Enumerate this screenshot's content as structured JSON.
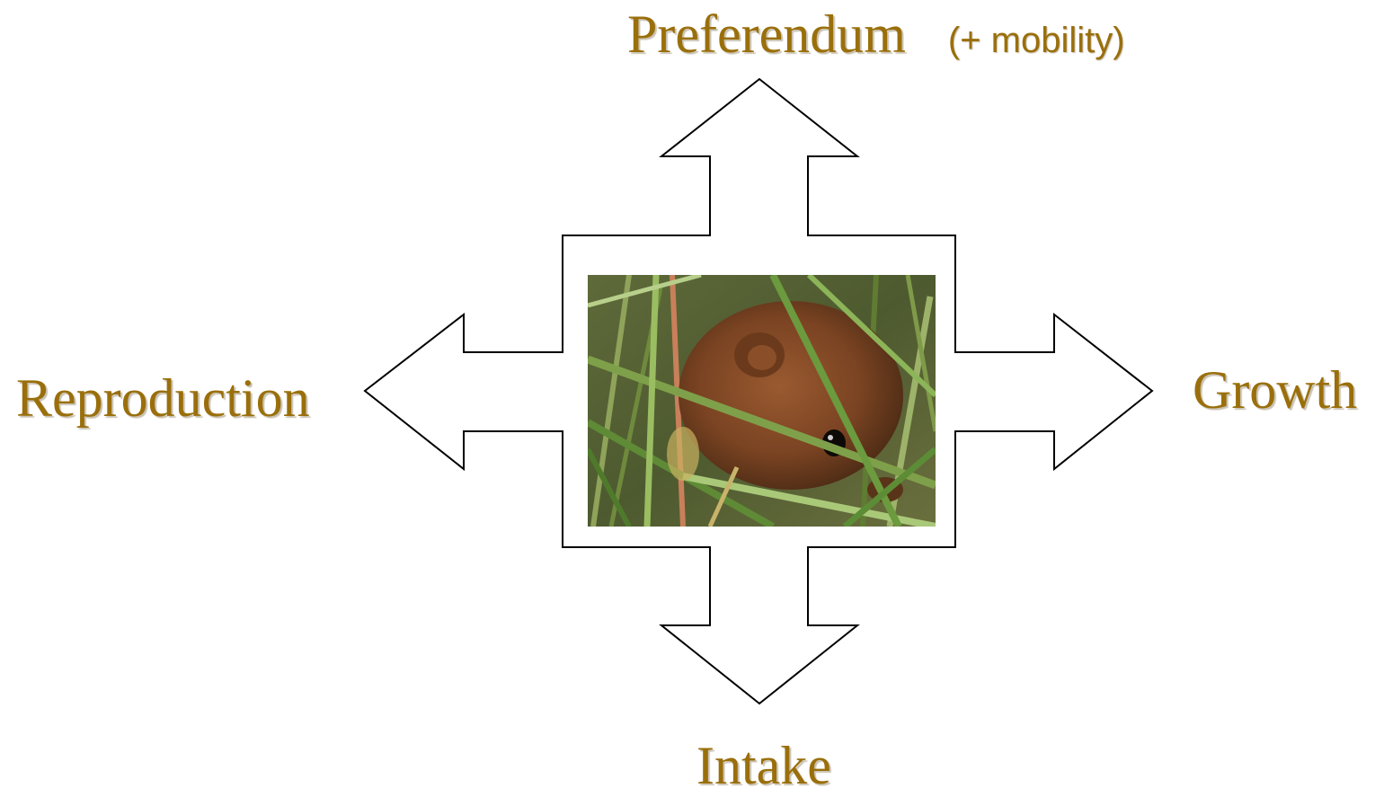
{
  "labels": {
    "top": "Preferendum",
    "top_sub": "(+ mobility)",
    "left": "Reproduction",
    "right": "Growth",
    "bottom": "Intake"
  },
  "colors": {
    "label_text": "#9a6f0b",
    "arrow_stroke": "#000000",
    "arrow_fill": "#ffffff"
  },
  "photo": {
    "subject": "vole-in-grass"
  }
}
